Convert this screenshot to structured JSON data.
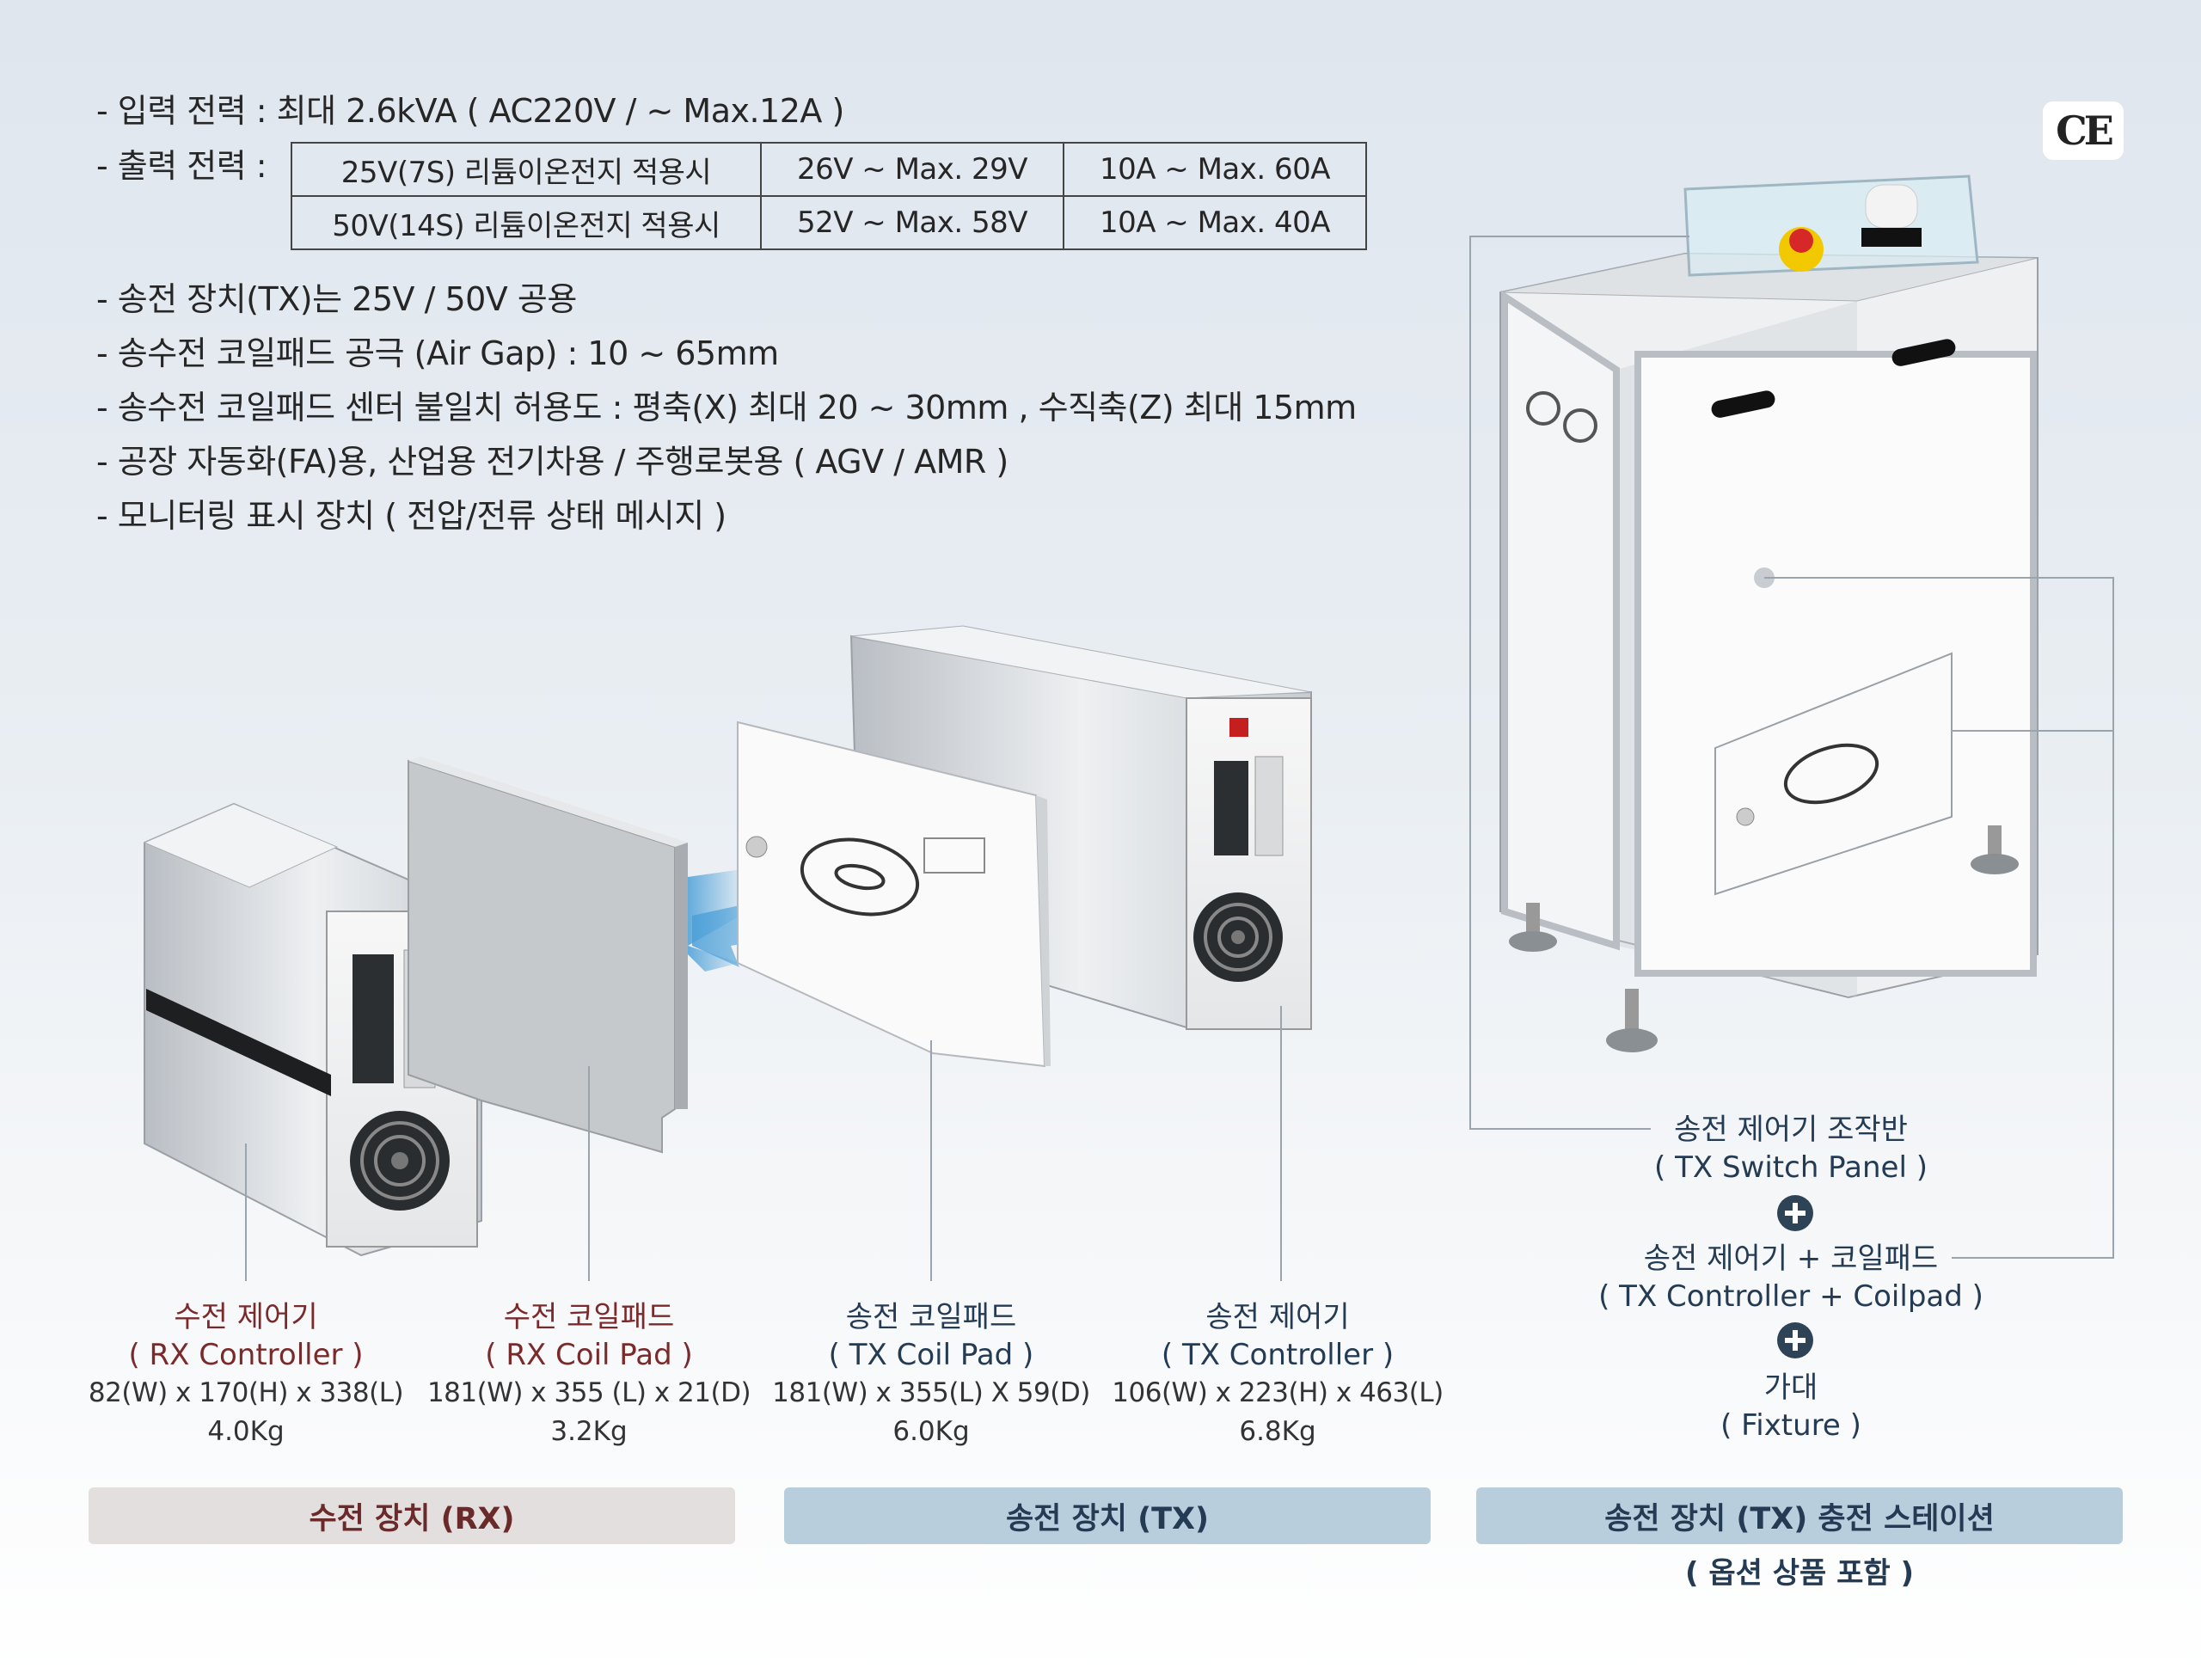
{
  "specs": {
    "input_power": "- 입력 전력 : 최대 2.6kVA ( AC220V / ~ Max.12A )",
    "output_power_label": "- 출력 전력 :",
    "output_table": [
      [
        "25V(7S) 리튬이온전지 적용시",
        "26V ~ Max. 29V",
        "10A ~ Max. 60A"
      ],
      [
        "50V(14S) 리튬이온전지 적용시",
        "52V ~ Max. 58V",
        "10A ~ Max. 40A"
      ]
    ],
    "lines": [
      "- 송전 장치(TX)는 25V / 50V 공용",
      "- 송수전 코일패드 공극 (Air Gap) : 10 ~ 65mm",
      "- 송수전 코일패드 센터 불일치 허용도 : 평축(X) 최대 20 ~ 30mm , 수직축(Z) 최대 15mm",
      "- 공장 자동화(FA)용, 산업용 전기차용 / 주행로봇용 ( AGV / AMR )",
      "- 모니터링 표시 장치 ( 전압/전류 상태 메시지 )"
    ]
  },
  "ce_mark": "CE",
  "products": [
    {
      "name": "수전 제어기",
      "sub": "( RX Controller )",
      "dims": "82(W) x 170(H) x 338(L)",
      "weight": "4.0Kg"
    },
    {
      "name": "수전 코일패드",
      "sub": "( RX Coil Pad )",
      "dims": "181(W) x 355 (L) x 21(D)",
      "weight": "3.2Kg"
    },
    {
      "name": "송전 코일패드",
      "sub": "( TX Coil Pad )",
      "dims": "181(W) x 355(L) X 59(D)",
      "weight": "6.0Kg"
    },
    {
      "name": "송전 제어기",
      "sub": "( TX Controller )",
      "dims": "106(W) x 223(H) x 463(L)",
      "weight": "6.8Kg"
    }
  ],
  "station": {
    "part1": "송전 제어기 조작반",
    "part1_sub": "( TX Switch Panel )",
    "part2": "송전 제어기 + 코일패드",
    "part2_sub": "( TX Controller + Coilpad )",
    "part3": "가대",
    "part3_sub": "( Fixture )"
  },
  "bars": {
    "rx": "수전 장치 (RX)",
    "tx": "송전 장치 (TX)",
    "station": "송전 장치 (TX) 충전 스테이션",
    "station_note": "( 옵션 상품 포함 )"
  },
  "colors": {
    "rx_accent": "#7a2a2a",
    "tx_accent": "#243b53",
    "rx_bar": "#e3dfdf",
    "tx_bar": "#b9cedd"
  }
}
